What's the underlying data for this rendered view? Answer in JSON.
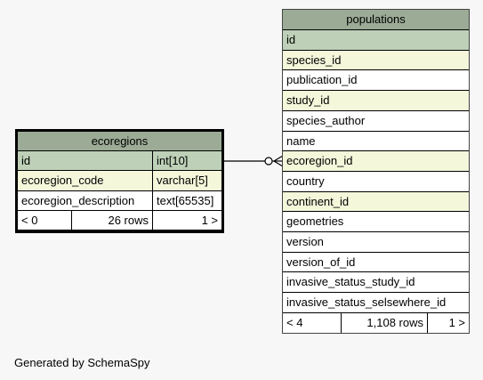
{
  "ecoregions": {
    "title": "ecoregions",
    "columns": [
      {
        "name": "id",
        "type": "int[10]",
        "kind": "pk"
      },
      {
        "name": "ecoregion_code",
        "type": "varchar[5]",
        "kind": "fk"
      },
      {
        "name": "ecoregion_description",
        "type": "text[65535]",
        "kind": "plain"
      }
    ],
    "footer": {
      "left": "< 0",
      "mid": "26 rows",
      "right": "1 >"
    }
  },
  "populations": {
    "title": "populations",
    "columns": [
      {
        "name": "id",
        "kind": "pk"
      },
      {
        "name": "species_id",
        "kind": "fk"
      },
      {
        "name": "publication_id",
        "kind": "plain"
      },
      {
        "name": "study_id",
        "kind": "fk"
      },
      {
        "name": "species_author",
        "kind": "plain"
      },
      {
        "name": "name",
        "kind": "plain"
      },
      {
        "name": "ecoregion_id",
        "kind": "fk"
      },
      {
        "name": "country",
        "kind": "plain"
      },
      {
        "name": "continent_id",
        "kind": "fk"
      },
      {
        "name": "geometries",
        "kind": "plain"
      },
      {
        "name": "version",
        "kind": "plain"
      },
      {
        "name": "version_of_id",
        "kind": "plain"
      },
      {
        "name": "invasive_status_study_id",
        "kind": "plain"
      },
      {
        "name": "invasive_status_selsewhere_id",
        "kind": "plain"
      }
    ],
    "footer": {
      "left": "< 4",
      "mid": "1,108 rows",
      "right": "1 >"
    }
  },
  "credit": "Generated by SchemaSpy",
  "colors": {
    "header": "#9bab96",
    "primary_key": "#bed1b8",
    "foreign_key": "#f4f7da",
    "plain": "#ffffff"
  }
}
